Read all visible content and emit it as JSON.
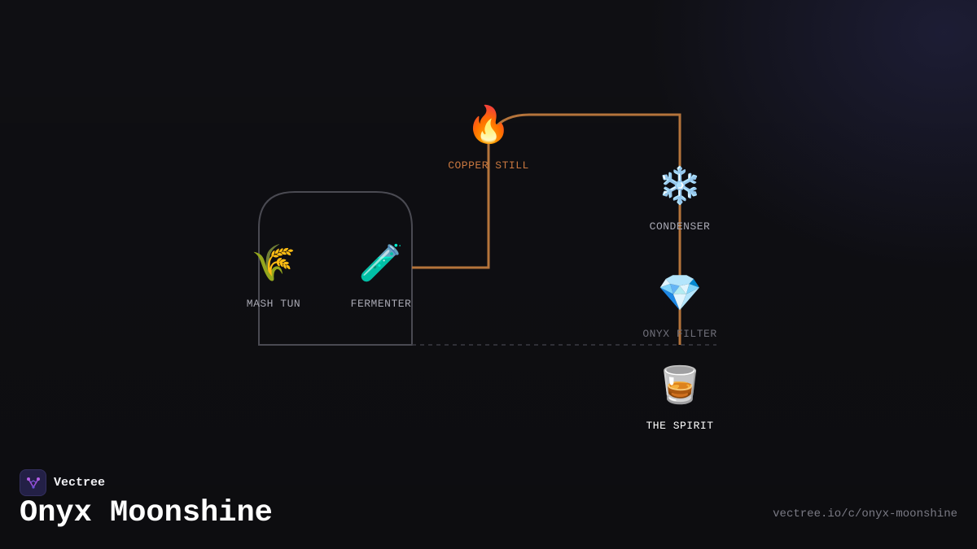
{
  "diagram": {
    "nodes": [
      {
        "id": "mash_tun",
        "label": "MASH TUN",
        "icon": "🌾",
        "icon_name": "wheat-icon"
      },
      {
        "id": "fermenter",
        "label": "FERMENTER",
        "icon": "🧪",
        "icon_name": "test-tube-icon"
      },
      {
        "id": "copper_still",
        "label": "COPPER STILL",
        "icon": "🔥",
        "icon_name": "fire-icon"
      },
      {
        "id": "condenser",
        "label": "CONDENSER",
        "icon": "❄️",
        "icon_name": "snowflake-icon"
      },
      {
        "id": "onyx_filter",
        "label": "ONYX FILTER",
        "icon": "💎",
        "icon_name": "gem-icon"
      },
      {
        "id": "the_spirit",
        "label": "THE SPIRIT",
        "icon": "🥃",
        "icon_name": "tumbler-glass-icon"
      }
    ],
    "flow": [
      "mash_tun",
      "fermenter",
      "copper_still",
      "condenser",
      "onyx_filter",
      "the_spirit"
    ],
    "colors": {
      "pipe": "#b5743b",
      "still_label": "#c8773f",
      "vessel_outline": "#4a4a52",
      "dashed_line": "#3a3a42",
      "background": "#0f0f13"
    }
  },
  "brand": {
    "name": "Vectree",
    "logo_icon": "vectree-logo-icon"
  },
  "title": "Onyx Moonshine",
  "url": "vectree.io/c/onyx-moonshine"
}
